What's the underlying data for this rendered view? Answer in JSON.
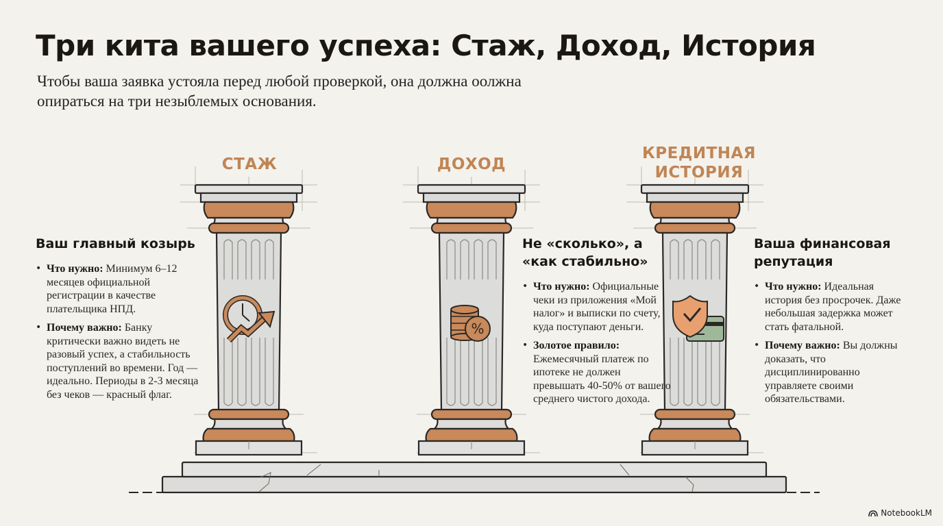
{
  "header": {
    "title": "Три кита вашего успеха: Стаж, Доход, История",
    "subtitle": "Чтобы ваша заявка устояла перед любой проверкой, она должна оолжна опираться на три незыблемых основания."
  },
  "columns": [
    {
      "label": "СТАЖ",
      "icon": "clock-growth-arrow-icon",
      "heading": "Ваш главный козырь",
      "bullets": [
        {
          "term": "Что нужно:",
          "text": "Минимум 6–12 месяцев официальной регистрации в качестве плательщика НПД."
        },
        {
          "term": "Почему важно:",
          "text": "Банку критически важно видеть не разовый успех, а стабильность поступлений во времени. Год — идеально. Периоды в 2-3 месяца без чеков — красный флаг."
        }
      ]
    },
    {
      "label": "ДОХОД",
      "icon": "coins-percent-icon",
      "heading": "Не «сколько», а «как стабильно»",
      "bullets": [
        {
          "term": "Что нужно:",
          "text": "Официальные чеки из приложения «Мой налог» и выписки по счету, куда поступают деньги."
        },
        {
          "term": "Золотое правило:",
          "text": "Ежемесячный платеж по ипотеке не должен превышать 40-50% от вашего среднего чистого дохода."
        }
      ]
    },
    {
      "label_line1": "КРЕДИТНАЯ",
      "label_line2": "ИСТОРИЯ",
      "icon": "shield-check-card-icon",
      "heading": "Ваша финансовая репутация",
      "bullets": [
        {
          "term": "Что нужно:",
          "text": "Идеальная история без просрочек. Даже небольшая задержка может стать фатальной."
        },
        {
          "term": "Почему важно:",
          "text": "Вы должны доказать, что дисциплинированно управляете своими обязательствами."
        }
      ]
    }
  ],
  "colors": {
    "background": "#f4f2ed",
    "accent_copper": "#c9895a",
    "label_copper": "#c08555",
    "stone": "#dcdcda",
    "card_green": "#9fb89a"
  },
  "brand": {
    "label": "NotebookLM"
  }
}
